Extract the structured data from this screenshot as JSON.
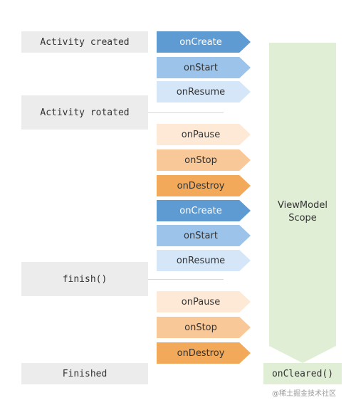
{
  "states": {
    "created": "Activity created",
    "rotated": "Activity rotated",
    "finish": "finish()",
    "finished": "Finished"
  },
  "steps": [
    {
      "label": "onCreate",
      "bg": "#5f9bd3",
      "fg": "#ffffff"
    },
    {
      "label": "onStart",
      "bg": "#9cc3ea",
      "fg": "#333333"
    },
    {
      "label": "onResume",
      "bg": "#d4e6f8",
      "fg": "#333333"
    },
    {
      "label": "onPause",
      "bg": "#fde9d6",
      "fg": "#333333"
    },
    {
      "label": "onStop",
      "bg": "#f9c898",
      "fg": "#333333"
    },
    {
      "label": "onDestroy",
      "bg": "#f2a95a",
      "fg": "#333333"
    },
    {
      "label": "onCreate",
      "bg": "#5f9bd3",
      "fg": "#ffffff"
    },
    {
      "label": "onStart",
      "bg": "#9cc3ea",
      "fg": "#333333"
    },
    {
      "label": "onResume",
      "bg": "#d4e6f8",
      "fg": "#333333"
    },
    {
      "label": "onPause",
      "bg": "#fde9d6",
      "fg": "#333333"
    },
    {
      "label": "onStop",
      "bg": "#f9c898",
      "fg": "#333333"
    },
    {
      "label": "onDestroy",
      "bg": "#f2a95a",
      "fg": "#333333"
    }
  ],
  "scope": {
    "line1": "ViewModel",
    "line2": "Scope",
    "color": "#e0eed6"
  },
  "cleared": "onCleared()",
  "watermark": "@稀土掘金技术社区"
}
